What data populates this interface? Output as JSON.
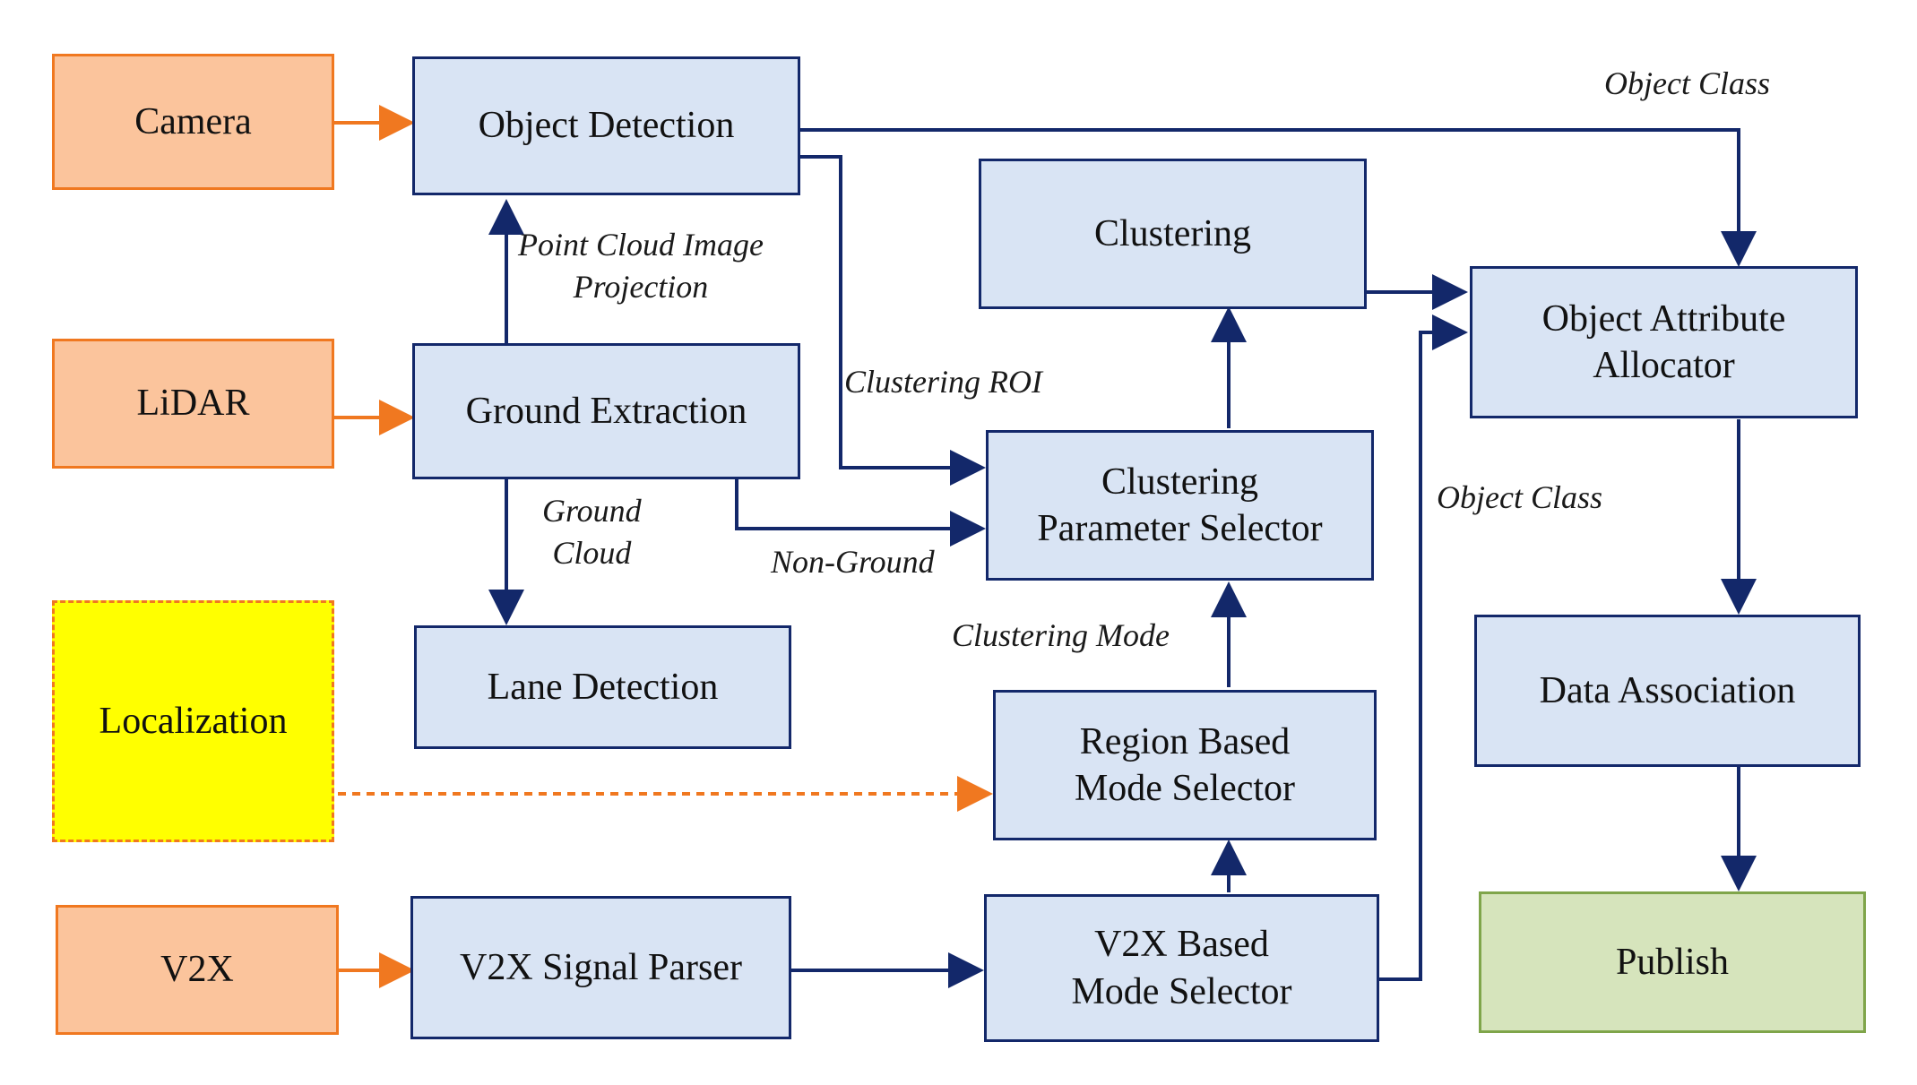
{
  "colors": {
    "sensor_fill": "#fbc49c",
    "sensor_border": "#f07820",
    "process_fill": "#d9e4f4",
    "process_border": "#13286a",
    "localization_fill": "#ffff00",
    "publish_fill": "#d6e4bc",
    "publish_border": "#7fa54a",
    "flow_arrow": "#13286a",
    "sensor_arrow": "#f07820"
  },
  "nodes": {
    "camera": "Camera",
    "lidar": "LiDAR",
    "localization": "Localization",
    "v2x": "V2X",
    "object_detection": "Object Detection",
    "ground_extraction": "Ground Extraction",
    "lane_detection": "Lane Detection",
    "v2x_signal_parser": "V2X Signal Parser",
    "clustering": "Clustering",
    "clustering_parameter_selector": "Clustering\nParameter Selector",
    "region_based_mode_selector": "Region Based\nMode Selector",
    "v2x_based_mode_selector": "V2X Based\nMode Selector",
    "object_attribute_allocator": "Object Attribute\nAllocator",
    "data_association": "Data Association",
    "publish": "Publish"
  },
  "edge_labels": {
    "object_class_top": "Object Class",
    "point_cloud_image_projection": "Point Cloud Image\nProjection",
    "clustering_roi": "Clustering ROI",
    "ground_cloud": "Ground\nCloud",
    "non_ground": "Non-Ground",
    "object_class_v2x": "Object Class",
    "clustering_mode": "Clustering Mode"
  }
}
